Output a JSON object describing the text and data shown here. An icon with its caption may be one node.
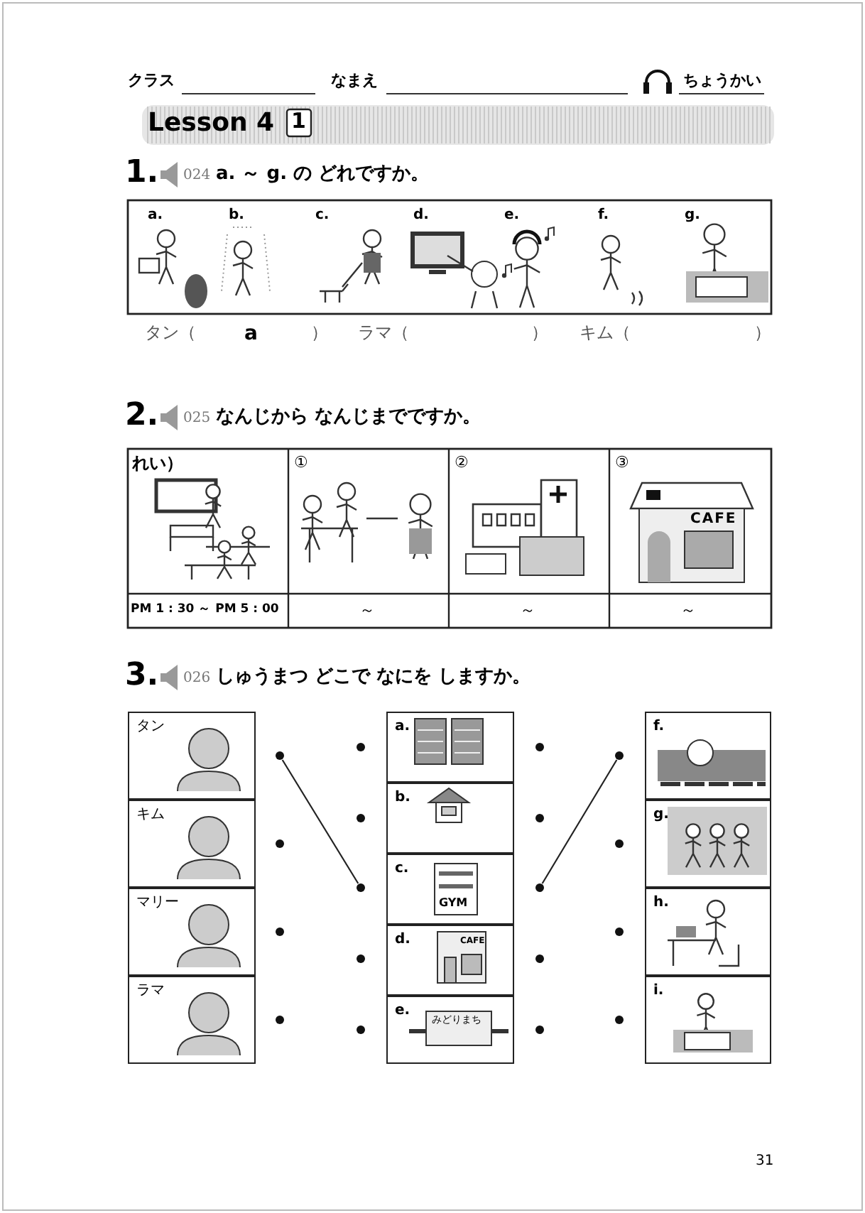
{
  "diagram": {
    "title": "Lesson 4",
    "nodes": [
      {
        "text": [
          "タン"
        ]
      },
      {
        "text": [
          "キム"
        ]
      },
      {
        "text": [
          "マリー"
        ]
      },
      {
        "text": [
          "ラマ"
        ]
      },
      {
        "text": [
          "a."
        ]
      },
      {
        "text": [
          "b."
        ]
      },
      {
        "text": [
          "c."
        ]
      },
      {
        "text": [
          "d."
        ]
      },
      {
        "text": [
          "e."
        ]
      },
      {
        "text": [
          "f."
        ]
      },
      {
        "text": [
          "g."
        ]
      },
      {
        "text": [
          "h."
        ]
      },
      {
        "text": [
          "i."
        ]
      },
      {
        "text": [],
        "shape": "circle"
      },
      {
        "text": [],
        "shape": "circle"
      },
      {
        "text": [],
        "shape": "circle"
      },
      {
        "text": [],
        "shape": "circle"
      },
      {
        "text": [],
        "shape": "circle"
      },
      {
        "text": [],
        "shape": "circle"
      },
      {
        "text": [],
        "shape": "circle"
      },
      {
        "text": [],
        "shape": "circle"
      },
      {
        "text": [],
        "shape": "circle"
      },
      {
        "text": [],
        "shape": "circle"
      },
      {
        "text": [],
        "shape": "circle"
      },
      {
        "text": [],
        "shape": "circle"
      },
      {
        "text": [],
        "shape": "circle"
      },
      {
        "text": [],
        "shape": "circle"
      },
      {
        "text": [],
        "shape": "circle"
      },
      {
        "text": [],
        "shape": "circle"
      },
      {
        "text": [],
        "shape": "circle"
      },
      {
        "text": [],
        "shape": "circle"
      }
    ],
    "edges": [
      {
        "from": 13,
        "to": 19,
        "arrow": "none"
      },
      {
        "from": 24,
        "to": 27,
        "arrow": "none"
      }
    ],
    "labels": [
      "クラス",
      "なまえ",
      "ちょうかい",
      "1",
      "1.",
      "024",
      "a. ～ g. の どれですか。",
      "a.",
      "b.",
      "c.",
      "d.",
      "e.",
      "f.",
      "g.",
      "タン（",
      "a",
      "）",
      "ラマ（",
      "）",
      "キム（",
      "）",
      "2.",
      "025",
      "なんじから なんじまでですか。",
      "れい）",
      "①",
      "②",
      "③",
      "CAFE",
      "PM 1 : 30 ～ PM 5 : 00",
      "～",
      "～",
      "～",
      "3.",
      "026",
      "しゅうまつ どこで なにを しますか。",
      "GYM",
      "CAFE",
      "みどりまち",
      "31"
    ]
  }
}
